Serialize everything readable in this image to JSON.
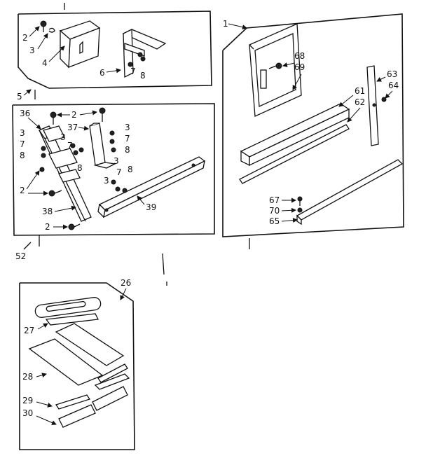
{
  "callouts": {
    "c1": "1",
    "c2": "2",
    "c3": "3",
    "c4": "4",
    "c5": "5",
    "c6": "6",
    "c7": "7",
    "c8": "8",
    "c26": "26",
    "c27": "27",
    "c28": "28",
    "c29": "29",
    "c30": "30",
    "c36": "36",
    "c37": "37",
    "c38": "38",
    "c39": "39",
    "c52": "52",
    "c61": "61",
    "c62": "62",
    "c63": "63",
    "c64": "64",
    "c65": "65",
    "c67": "67",
    "c68": "68",
    "c69": "69",
    "c70": "70"
  }
}
